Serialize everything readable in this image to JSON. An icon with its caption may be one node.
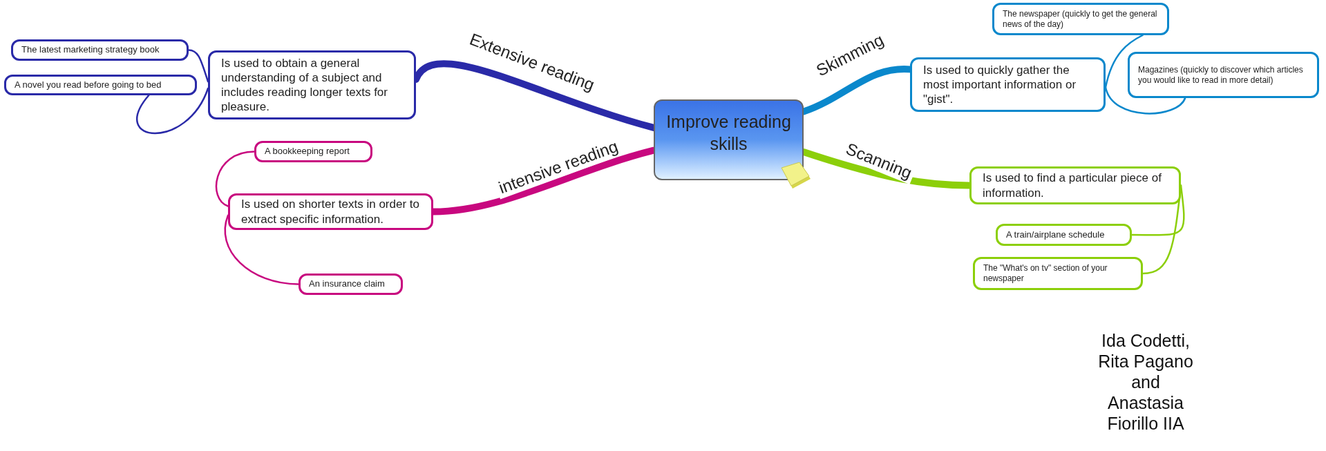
{
  "diagram": {
    "nodes": [
      {
        "text": [
          "Improve reading skills"
        ]
      },
      {
        "text": [
          "Is used to obtain a general understanding of a subject and includes reading longer texts for pleasure."
        ]
      },
      {
        "text": [
          "The latest marketing strategy book"
        ]
      },
      {
        "text": [
          "A novel you read before going to bed"
        ]
      },
      {
        "text": [
          "Is used on shorter texts in  order to extract specific information."
        ]
      },
      {
        "text": [
          "A bookkeeping report"
        ]
      },
      {
        "text": [
          "An insurance claim"
        ]
      },
      {
        "text": [
          "Is used to quickly gather the most important information or \"gist\"."
        ]
      },
      {
        "text": [
          "The newspaper (quickly to get the general news of the day)"
        ]
      },
      {
        "text": [
          "Magazines (quickly to discover which articles you would like to read in more detail)"
        ]
      },
      {
        "text": [
          "Is used to find a particular piece of information."
        ]
      },
      {
        "text": [
          "A train/airplane schedule"
        ]
      },
      {
        "text": [
          "The \"What's on tv\" section of your newspaper"
        ]
      }
    ],
    "edges": [
      {
        "from": 0,
        "to": 1,
        "arrow": "none",
        "label": "Extensive reading",
        "style": "thick",
        "color": "#2a2aa8"
      },
      {
        "from": 1,
        "to": 2,
        "arrow": "none",
        "color": "#2a2aa8"
      },
      {
        "from": 1,
        "to": 3,
        "arrow": "none",
        "color": "#2a2aa8"
      },
      {
        "from": 0,
        "to": 4,
        "arrow": "none",
        "label": "intensive reading",
        "style": "thick",
        "color": "#c8087f"
      },
      {
        "from": 4,
        "to": 5,
        "arrow": "none",
        "color": "#c8087f"
      },
      {
        "from": 4,
        "to": 6,
        "arrow": "none",
        "color": "#c8087f"
      },
      {
        "from": 0,
        "to": 7,
        "arrow": "none",
        "label": "Skimming",
        "style": "thick",
        "color": "#0a88cc"
      },
      {
        "from": 7,
        "to": 8,
        "arrow": "none",
        "color": "#0a88cc"
      },
      {
        "from": 7,
        "to": 9,
        "arrow": "none",
        "color": "#0a88cc"
      },
      {
        "from": 0,
        "to": 10,
        "arrow": "none",
        "label": "Scanning",
        "style": "thick",
        "color": "#8ccf0a"
      },
      {
        "from": 10,
        "to": 11,
        "arrow": "none",
        "color": "#8ccf0a"
      },
      {
        "from": 10,
        "to": 12,
        "arrow": "none",
        "color": "#8ccf0a"
      }
    ],
    "labels": [
      "Ida Codetti, Rita Pagano and Anastasia Fiorillo IIA"
    ]
  }
}
